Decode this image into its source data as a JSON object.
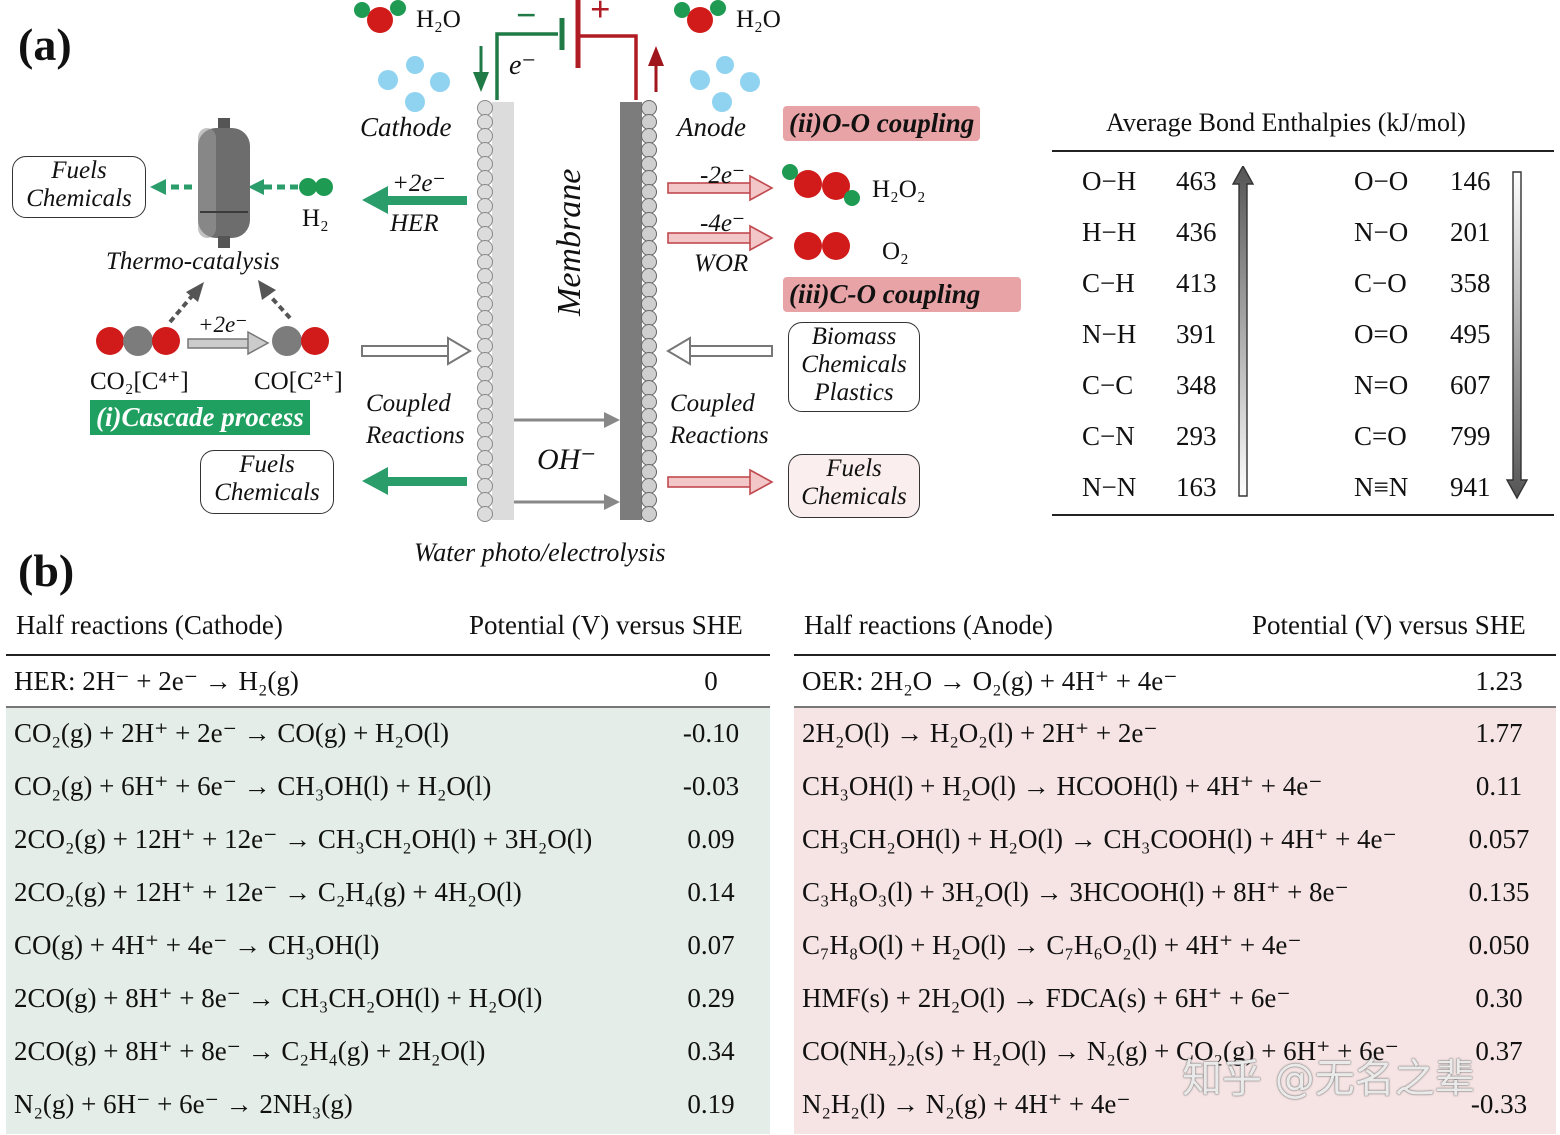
{
  "panel_a": {
    "label": "(a)",
    "water_left": "H₂O",
    "water_right": "H₂O",
    "minus": "−",
    "plus": "+",
    "electron": "e⁻",
    "cathode": "Cathode",
    "anode": "Anode",
    "membrane": "Membrane",
    "hydroxide": "OH⁻",
    "bottom_caption": "Water photo/electrolysis",
    "her_top": "+2e⁻",
    "her_bottom": "HER",
    "h2": "H₂",
    "thermo": "Thermo-catalysis",
    "fuels_box_1": [
      "Fuels",
      "Chemicals"
    ],
    "fuels_box_2": [
      "Fuels",
      "Chemicals"
    ],
    "co2_label": "CO₂[C⁴⁺]",
    "co_label": "CO[C²⁺]",
    "co2_to_co": "+2e⁻",
    "cascade": "(i)Cascade process",
    "coupled_left": [
      "Coupled",
      "Reactions"
    ],
    "coupled_right": [
      "Coupled",
      "Reactions"
    ],
    "oo_coupling": "(ii)O-O coupling",
    "co_coupling": "(iii)C-O coupling",
    "arrow_2e": "-2e⁻",
    "arrow_4e": "-4e⁻",
    "wor": "WOR",
    "h2o2": "H₂O₂",
    "o2": "O₂",
    "biomass_box": [
      "Biomass",
      "Chemicals",
      "Plastics"
    ],
    "fuels_box_right": [
      "Fuels",
      "Chemicals"
    ]
  },
  "enthalpy": {
    "title": "Average Bond Enthalpies (kJ/mol)",
    "left": [
      {
        "bond": "O−H",
        "value": "463"
      },
      {
        "bond": "H−H",
        "value": "436"
      },
      {
        "bond": "C−H",
        "value": "413"
      },
      {
        "bond": "N−H",
        "value": "391"
      },
      {
        "bond": "C−C",
        "value": "348"
      },
      {
        "bond": "C−N",
        "value": "293"
      },
      {
        "bond": "N−N",
        "value": "163"
      }
    ],
    "right": [
      {
        "bond": "O−O",
        "value": "146"
      },
      {
        "bond": "N−O",
        "value": "201"
      },
      {
        "bond": "C−O",
        "value": "358"
      },
      {
        "bond": "O=O",
        "value": "495"
      },
      {
        "bond": "N=O",
        "value": "607"
      },
      {
        "bond": "C=O",
        "value": "799"
      },
      {
        "bond": "N≡N",
        "value": "941"
      }
    ]
  },
  "panel_b": {
    "label": "(b)",
    "cathode_table": {
      "header_left": "Half reactions (Cathode)",
      "header_right": "Potential (V) versus SHE",
      "first": {
        "reaction": "HER: 2H⁻ + 2e⁻ → H₂(g)",
        "potential": "0"
      },
      "rows": [
        {
          "reaction": "CO₂(g) + 2H⁺ + 2e⁻ → CO(g) + H₂O(l)",
          "potential": "-0.10"
        },
        {
          "reaction": "CO₂(g) + 6H⁺ + 6e⁻ → CH₃OH(l) + H₂O(l)",
          "potential": "-0.03"
        },
        {
          "reaction": "2CO₂(g) + 12H⁺ + 12e⁻ → CH₃CH₂OH(l) + 3H₂O(l)",
          "potential": "0.09"
        },
        {
          "reaction": "2CO₂(g) + 12H⁺ + 12e⁻ → C₂H₄(g) + 4H₂O(l)",
          "potential": "0.14"
        },
        {
          "reaction": "CO(g) + 4H⁺ + 4e⁻ → CH₃OH(l)",
          "potential": "0.07"
        },
        {
          "reaction": "2CO(g) + 8H⁺ + 8e⁻ → CH₃CH₂OH(l) + H₂O(l)",
          "potential": "0.29"
        },
        {
          "reaction": "2CO(g) + 8H⁺ + 8e⁻ → C₂H₄(g) + 2H₂O(l)",
          "potential": "0.34"
        },
        {
          "reaction": "N₂(g) + 6H⁻ + 6e⁻ → 2NH₃(g)",
          "potential": "0.19"
        }
      ]
    },
    "anode_table": {
      "header_left": "Half reactions (Anode)",
      "header_right": "Potential (V) versus SHE",
      "first": {
        "reaction": "OER: 2H₂O → O₂(g) + 4H⁺ + 4e⁻",
        "potential": "1.23"
      },
      "rows": [
        {
          "reaction": "2H₂O(l) → H₂O₂(l) + 2H⁺ + 2e⁻",
          "potential": "1.77"
        },
        {
          "reaction": "CH₃OH(l) + H₂O(l) → HCOOH(l) + 4H⁺ + 4e⁻",
          "potential": "0.11"
        },
        {
          "reaction": "CH₃CH₂OH(l) + H₂O(l) → CH₃COOH(l) + 4H⁺ + 4e⁻",
          "potential": "0.057"
        },
        {
          "reaction": "C₃H₈O₃(l) + 3H₂O(l) → 3HCOOH(l) + 8H⁺ + 8e⁻",
          "potential": "0.135"
        },
        {
          "reaction": "C₇H₈O(l) + H₂O(l) → C₇H₆O₂(l) + 4H⁺ + 4e⁻",
          "potential": "0.050"
        },
        {
          "reaction": "HMF(s) + 2H₂O(l) → FDCA(s) + 6H⁺ + 6e⁻",
          "potential": "0.30"
        },
        {
          "reaction": "CO(NH₂)₂(s) + H₂O(l) → N₂(g) + CO₂(g) + 6H⁺ + 6e⁻",
          "potential": "0.37"
        },
        {
          "reaction": "N₂H₂(l) → N₂(g) + 4H⁺ + 4e⁻",
          "potential": "-0.33"
        }
      ]
    }
  },
  "watermark": "知乎 @无名之辈",
  "colors": {
    "green": "#2a9d6a",
    "cascade_green": "#20a060",
    "pink": "#e8a3a6",
    "red_wire": "#b01c24",
    "cathode_bg": "#e4ede8",
    "anode_bg": "#f6e4e4"
  }
}
